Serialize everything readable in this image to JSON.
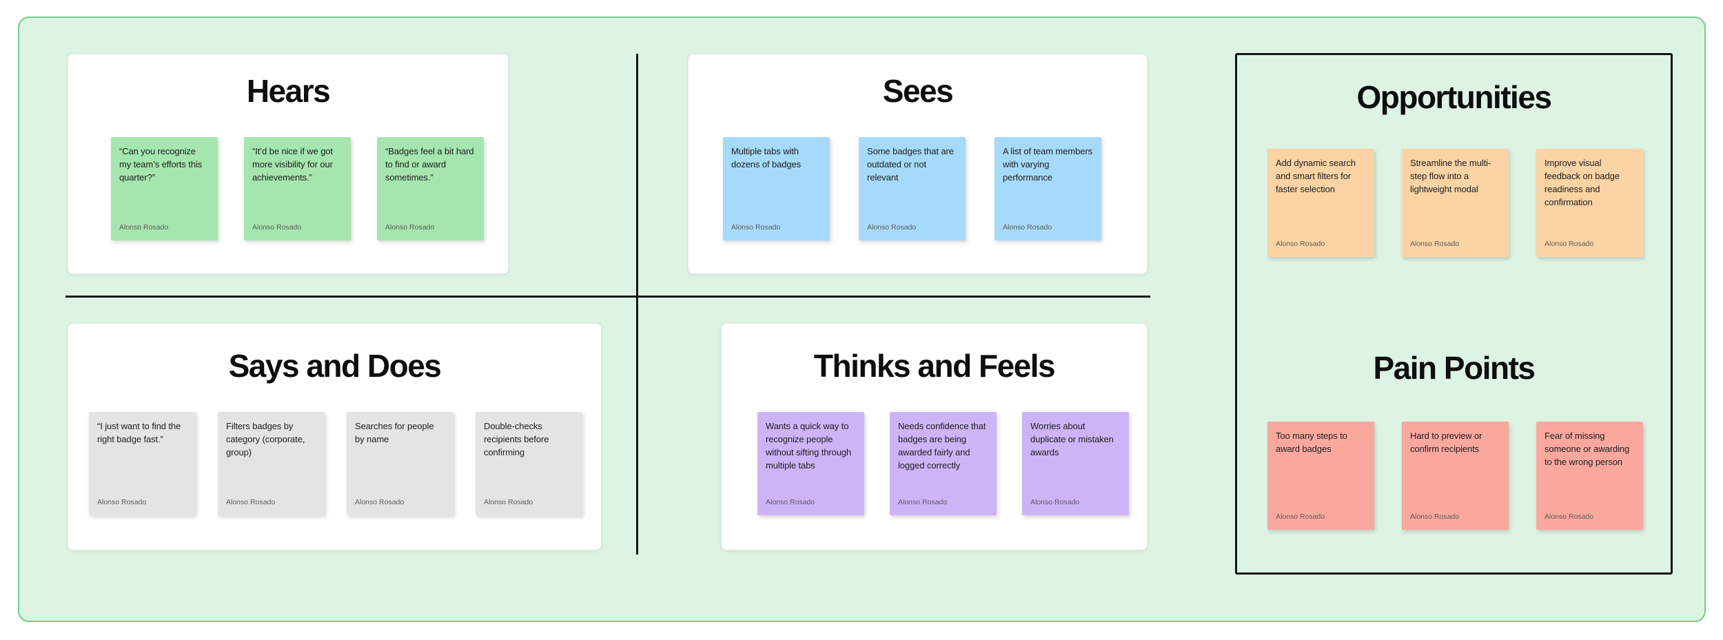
{
  "board": {
    "author": "Alonso Rosado",
    "colors": {
      "canvas_bg": "#DDF3E3",
      "canvas_border": "#79CC8B",
      "divider": "#161616",
      "frame_bg": "#FFFFFF",
      "side_panel_border": "#141414",
      "green_note": "#A5E6AF",
      "blue_note": "#A6DAFA",
      "gray_note": "#E4E4E4",
      "purple_note": "#CDB4F7",
      "orange_note": "#FBD3A4",
      "red_note": "#FAA89E"
    },
    "quadrants": [
      {
        "title": "Hears",
        "note_color": "#A5E6AF",
        "notes": [
          "“Can you recognize my team’s efforts this quarter?”",
          "“It’d be nice if we got more visibility for our achievements.”",
          "“Badges feel a bit hard to find or award sometimes.”"
        ]
      },
      {
        "title": "Sees",
        "note_color": "#A6DAFA",
        "notes": [
          "Multiple tabs with dozens of badges",
          "Some badges that are outdated or not relevant",
          "A list of team members with varying performance"
        ]
      },
      {
        "title": "Says and Does",
        "note_color": "#E4E4E4",
        "notes": [
          "“I just want to find the right badge fast.”",
          "Filters badges by category (corporate, group)",
          "Searches for people by name",
          "Double-checks recipients before confirming"
        ]
      },
      {
        "title": "Thinks and Feels",
        "note_color": "#CDB4F7",
        "notes": [
          "Wants a quick way to recognize people without sifting through multiple tabs",
          "Needs confidence that badges are being awarded fairly and logged correctly",
          "Worries about duplicate or mistaken awards"
        ]
      }
    ],
    "side_panel": {
      "sections": [
        {
          "title": "Opportunities",
          "note_color": "#FBD3A4",
          "notes": [
            "Add dynamic search and smart filters for faster selection",
            "Streamline the multi-step flow into a lightweight modal",
            "Improve visual feedback on badge readiness and confirmation"
          ]
        },
        {
          "title": "Pain Points",
          "note_color": "#FAA89E",
          "notes": [
            "Too many steps to award badges",
            "Hard to preview or confirm recipients",
            "Fear of missing someone or awarding to the wrong person"
          ]
        }
      ]
    }
  }
}
